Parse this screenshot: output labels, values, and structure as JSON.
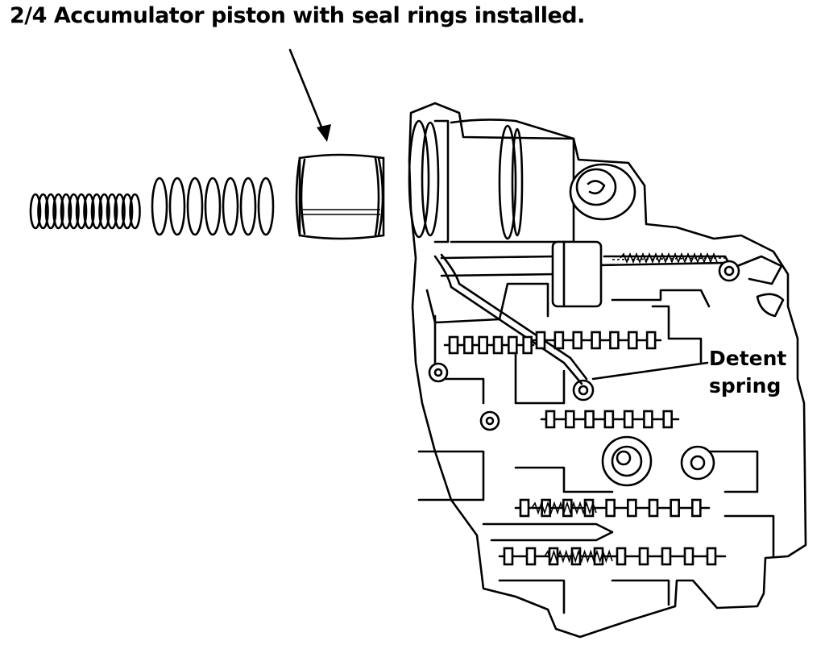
{
  "figure": {
    "caption": "2/4 Accumulator piston with seal rings installed.",
    "callout_label_line1": "Detent",
    "callout_label_line2": "spring"
  }
}
